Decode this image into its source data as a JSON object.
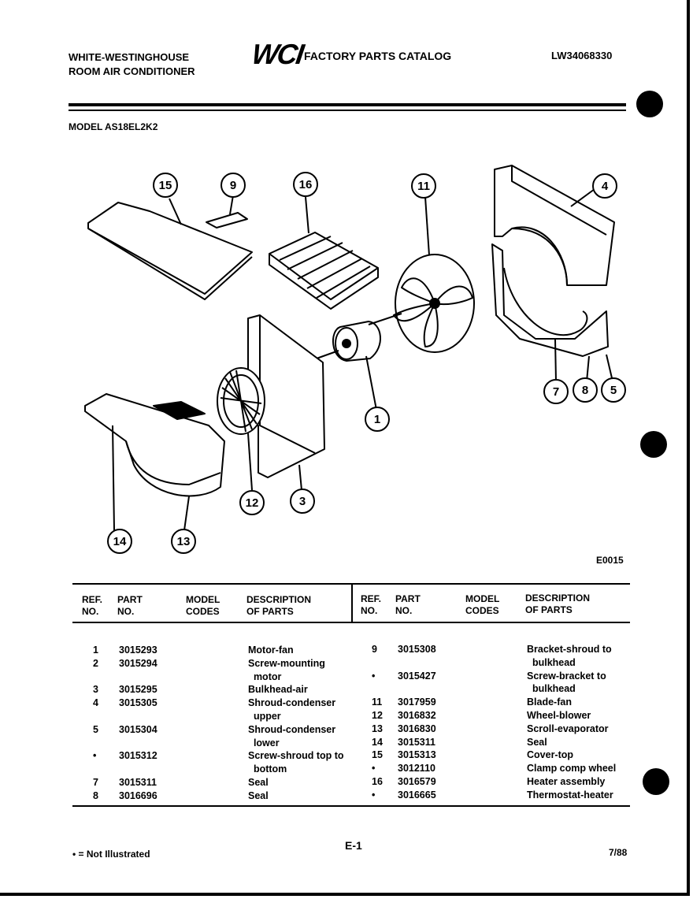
{
  "header": {
    "brand_line1": "WHITE-WESTINGHOUSE",
    "brand_line2": "ROOM AIR CONDITIONER",
    "logo_text": "WCI",
    "catalog_title": "FACTORY PARTS CATALOG",
    "catalog_number": "LW34068330"
  },
  "model_line": "MODEL AS18EL2K2",
  "diagram": {
    "code": "E0015",
    "callouts": [
      "15",
      "9",
      "16",
      "11",
      "4",
      "1",
      "7",
      "8",
      "5",
      "12",
      "3",
      "14",
      "13"
    ]
  },
  "table": {
    "headers": {
      "ref": [
        "REF.",
        "NO."
      ],
      "part": [
        "PART",
        "NO."
      ],
      "model": [
        "MODEL",
        "CODES"
      ],
      "desc": [
        "DESCRIPTION",
        "OF PARTS"
      ]
    },
    "left": {
      "refs": "1\n2\n\n3\n4\n\n5\n\n•\n\n7\n8",
      "parts": "3015293\n3015294\n\n3015295\n3015305\n\n3015304\n\n3015312\n\n3015311\n3016696",
      "descs": "Motor-fan\nScrew-mounting\n  motor\nBulkhead-air\nShroud-condenser\n  upper\nShroud-condenser\n  lower\nScrew-shroud top to\n  bottom\nSeal\nSeal"
    },
    "right": {
      "refs": "9\n\n•\n\n11\n12\n13\n14\n15\n•\n16\n•",
      "parts": "3015308\n\n3015427\n\n3017959\n3016832\n3016830\n3015311\n3015313\n3012110\n3016579\n3016665",
      "descs": "Bracket-shroud to\n  bulkhead\nScrew-bracket to\n  bulkhead\nBlade-fan\nWheel-blower\nScroll-evaporator\nSeal\nCover-top\nClamp comp wheel\nHeater assembly\nThermostat-heater"
    }
  },
  "footer": {
    "note": "• = Not Illustrated",
    "page": "E-1",
    "date": "7/88"
  }
}
